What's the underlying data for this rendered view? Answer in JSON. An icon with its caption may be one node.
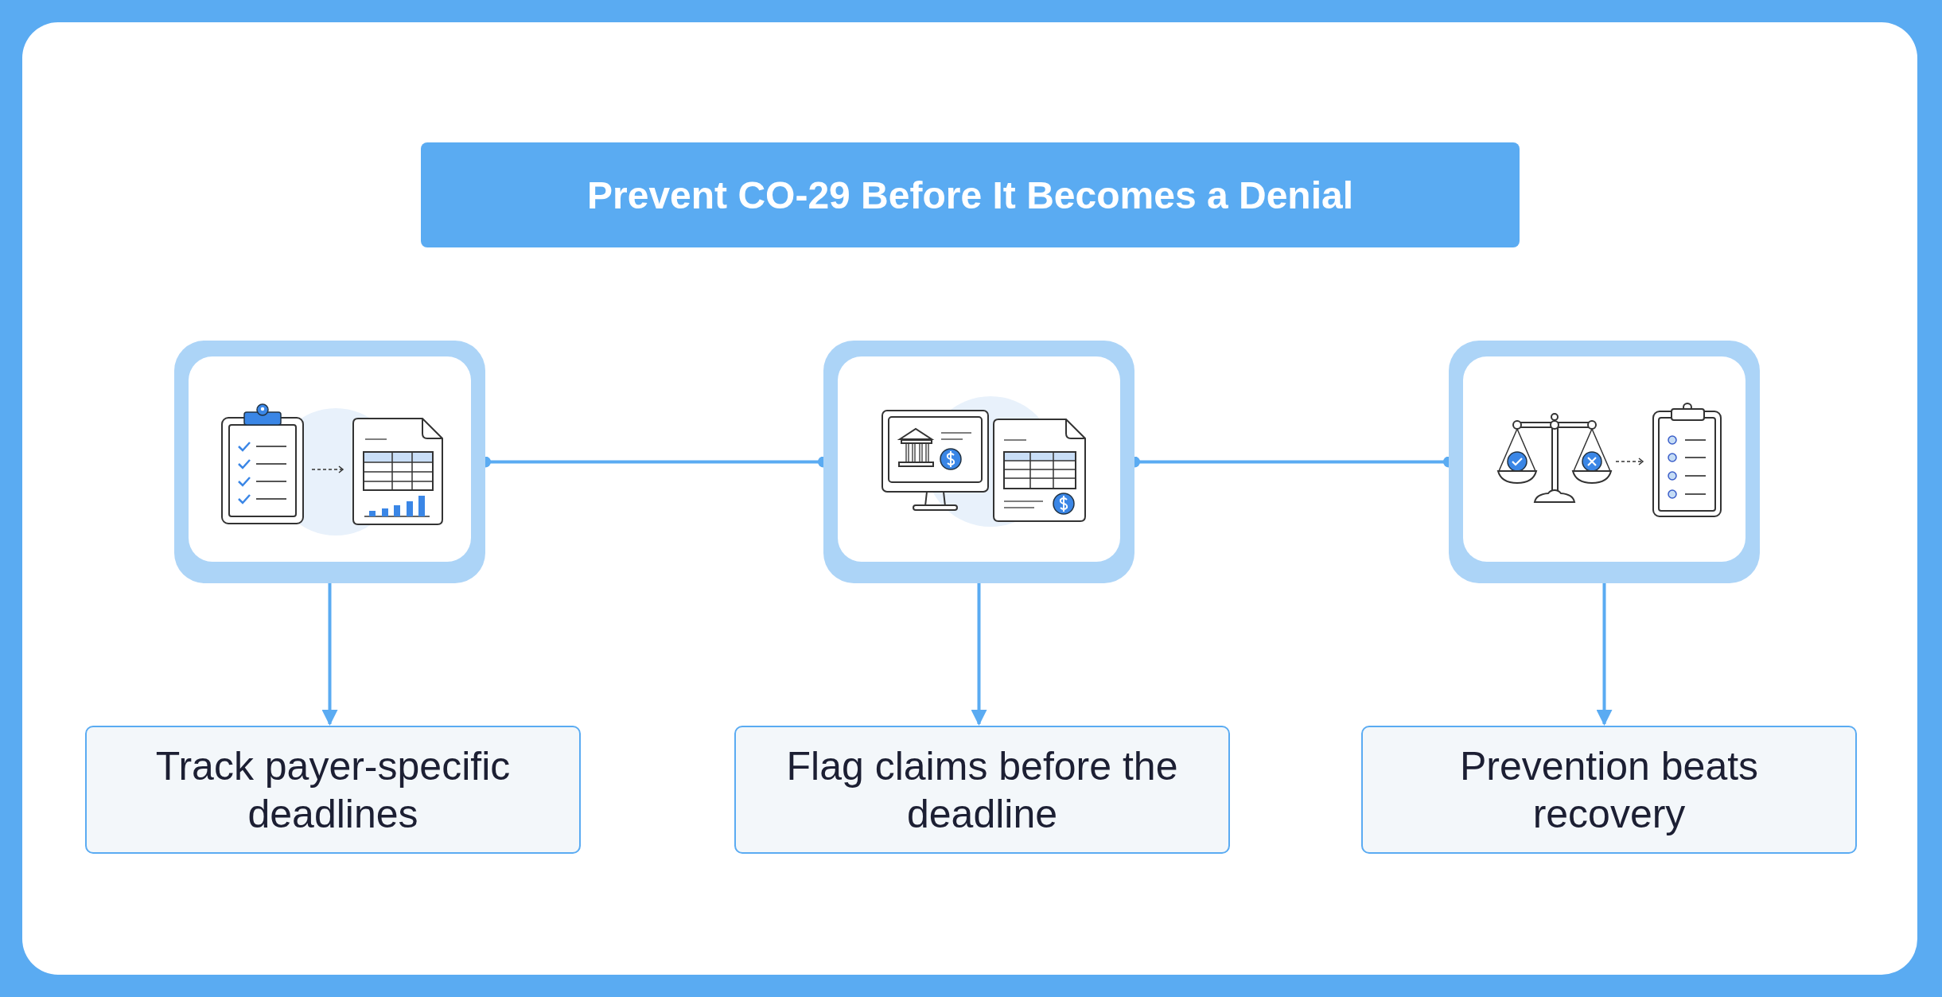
{
  "diagram": {
    "title": "Prevent CO-29 Before It Becomes a Denial",
    "nodes": [
      {
        "text": [],
        "shape": "picture"
      },
      {
        "text": [],
        "shape": "picture"
      },
      {
        "text": [],
        "shape": "picture"
      },
      {
        "text": [
          "Track payer-specific deadlines"
        ]
      },
      {
        "text": [
          "Flag claims before the deadline"
        ]
      },
      {
        "text": [
          "Prevention beats recovery"
        ]
      }
    ],
    "edges": [
      {
        "from": 0,
        "to": 1,
        "arrow": "other"
      },
      {
        "from": 1,
        "to": 2,
        "arrow": "other"
      },
      {
        "from": 0,
        "to": 3,
        "arrow": "to"
      },
      {
        "from": 1,
        "to": 4,
        "arrow": "to"
      },
      {
        "from": 2,
        "to": 5,
        "arrow": "to"
      }
    ]
  }
}
